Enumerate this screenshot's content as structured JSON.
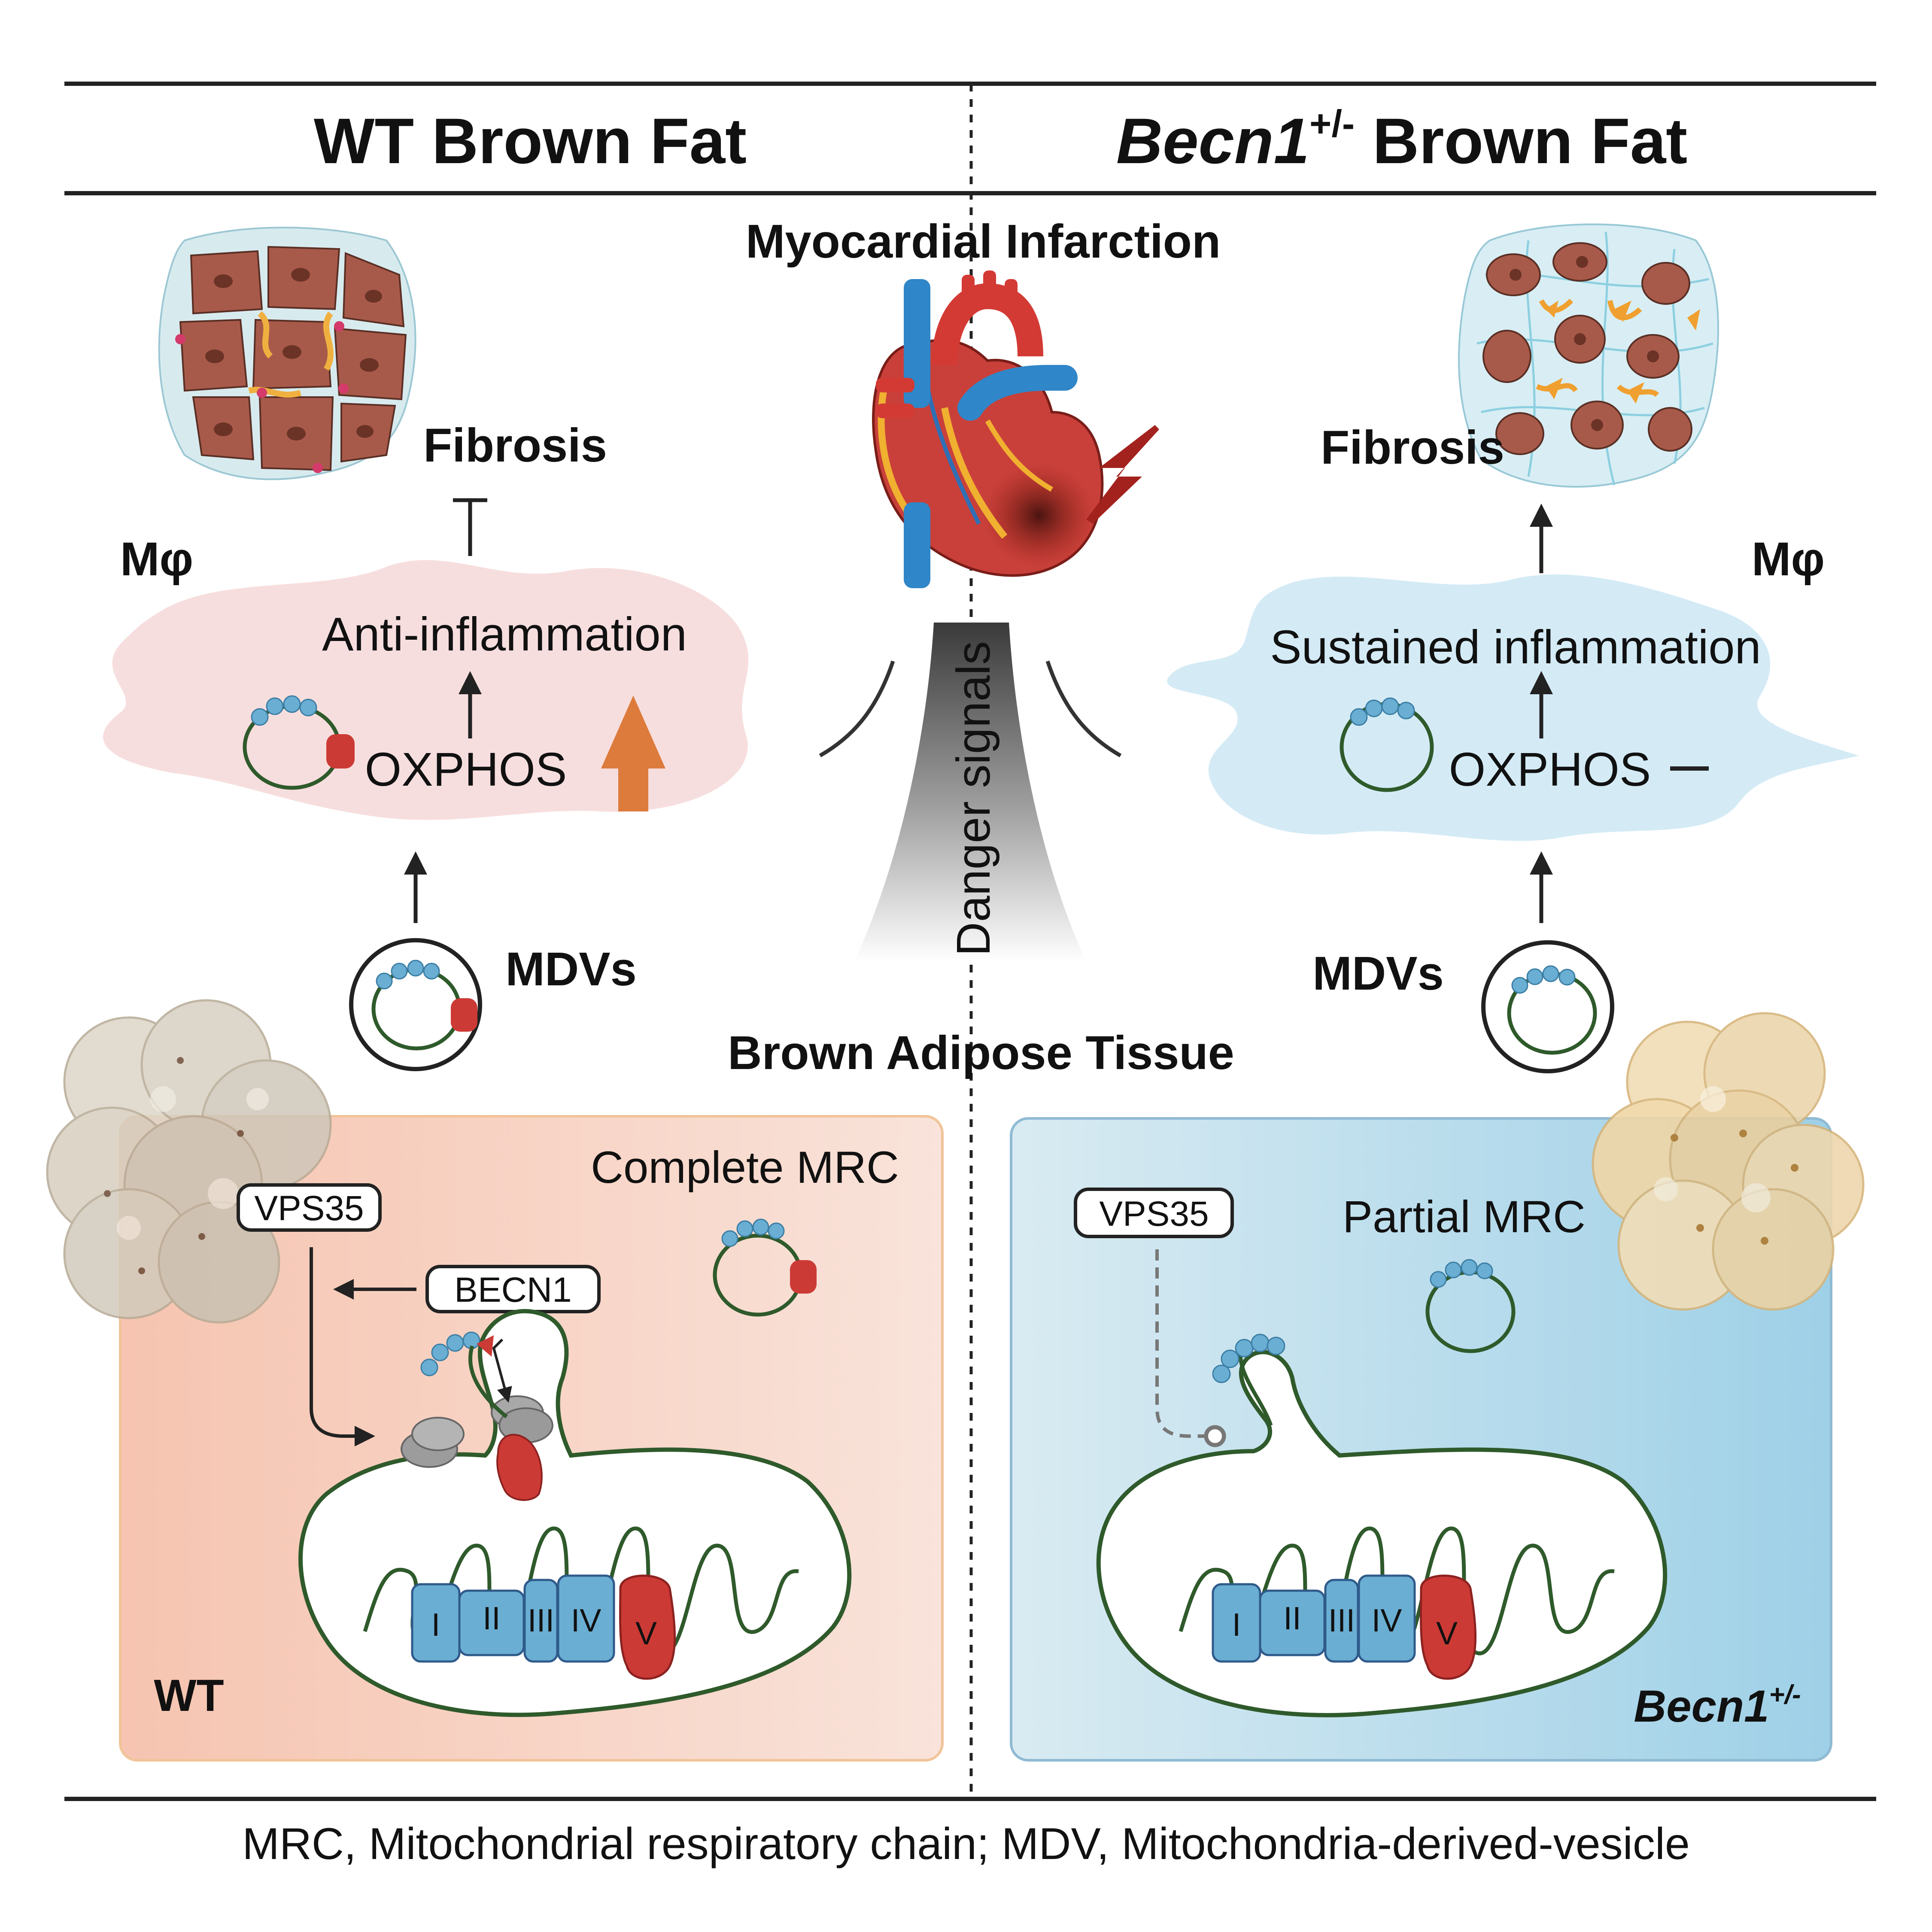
{
  "header": {
    "left_title": "WT Brown Fat",
    "right_title_gene": "Becn1",
    "right_title_sup": "+/-",
    "right_title_rest": " Brown Fat"
  },
  "center": {
    "mi_label": "Myocardial Infarction",
    "danger_label": "Danger signals",
    "bat_label": "Brown Adipose Tissue"
  },
  "wt": {
    "fibrosis": "Fibrosis",
    "macrophage": "Mφ",
    "anti_inflammation": "Anti-inflammation",
    "oxphos": "OXPHOS",
    "mdvs": "MDVs",
    "complete_mrc": "Complete MRC",
    "vps35": "VPS35",
    "becn1": "BECN1",
    "genotype": "WT"
  },
  "ko": {
    "fibrosis": "Fibrosis",
    "macrophage": "Mφ",
    "sustained_inflammation": "Sustained inflammation",
    "oxphos": "OXPHOS",
    "mdvs": "MDVs",
    "partial_mrc": "Partial MRC",
    "vps35": "VPS35",
    "genotype_gene": "Becn1",
    "genotype_sup": "+/-"
  },
  "complexes": {
    "c1": "I",
    "c2": "II",
    "c3": "III",
    "c4": "IV",
    "c5": "V"
  },
  "footer": {
    "legend": "MRC, Mitochondrial respiratory chain; MDV, Mitochondria-derived-vesicle"
  },
  "colors": {
    "complex_blue": "#6aaed3",
    "complex_red": "#cc3a36",
    "membrane_green": "#2f5a2b",
    "wt_panel": "#f6c7b4",
    "ko_panel": "#9fd0e6",
    "wt_macrophage": "#f7dede",
    "ko_macrophage": "#d4ebf6",
    "oxphos_up_arrow": "#dd7b3c"
  }
}
